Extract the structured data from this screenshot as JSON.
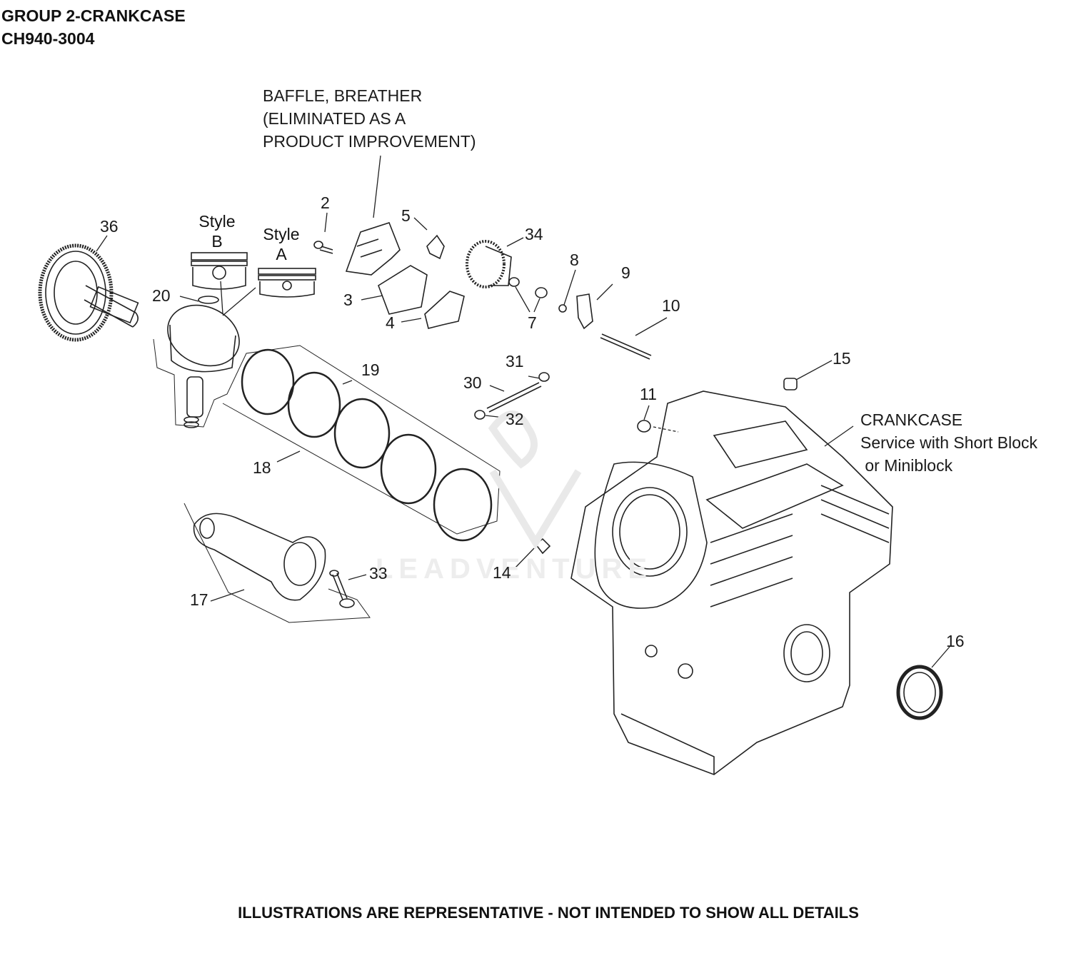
{
  "header": {
    "group_title": "GROUP 2-CRANKCASE",
    "model": "CH940-3004"
  },
  "notes": {
    "baffle": "BAFFLE, BREATHER\n(ELIMINATED AS A\nPRODUCT IMPROVEMENT)",
    "crankcase": "CRANKCASE\nService with Short Block\n or Miniblock"
  },
  "styles": {
    "style_b": "Style\nB",
    "style_a": "Style\nA"
  },
  "callouts": {
    "c2": "2",
    "c3": "3",
    "c4": "4",
    "c5": "5",
    "c7": "7",
    "c8": "8",
    "c9": "9",
    "c10": "10",
    "c11": "11",
    "c14": "14",
    "c15": "15",
    "c16": "16",
    "c17": "17",
    "c18": "18",
    "c19": "19",
    "c20": "20",
    "c30": "30",
    "c31": "31",
    "c32": "32",
    "c33": "33",
    "c34": "34",
    "c36": "36"
  },
  "footer": "ILLUSTRATIONS ARE REPRESENTATIVE - NOT INTENDED TO SHOW ALL DETAILS",
  "watermark": "LEADVENTURE"
}
